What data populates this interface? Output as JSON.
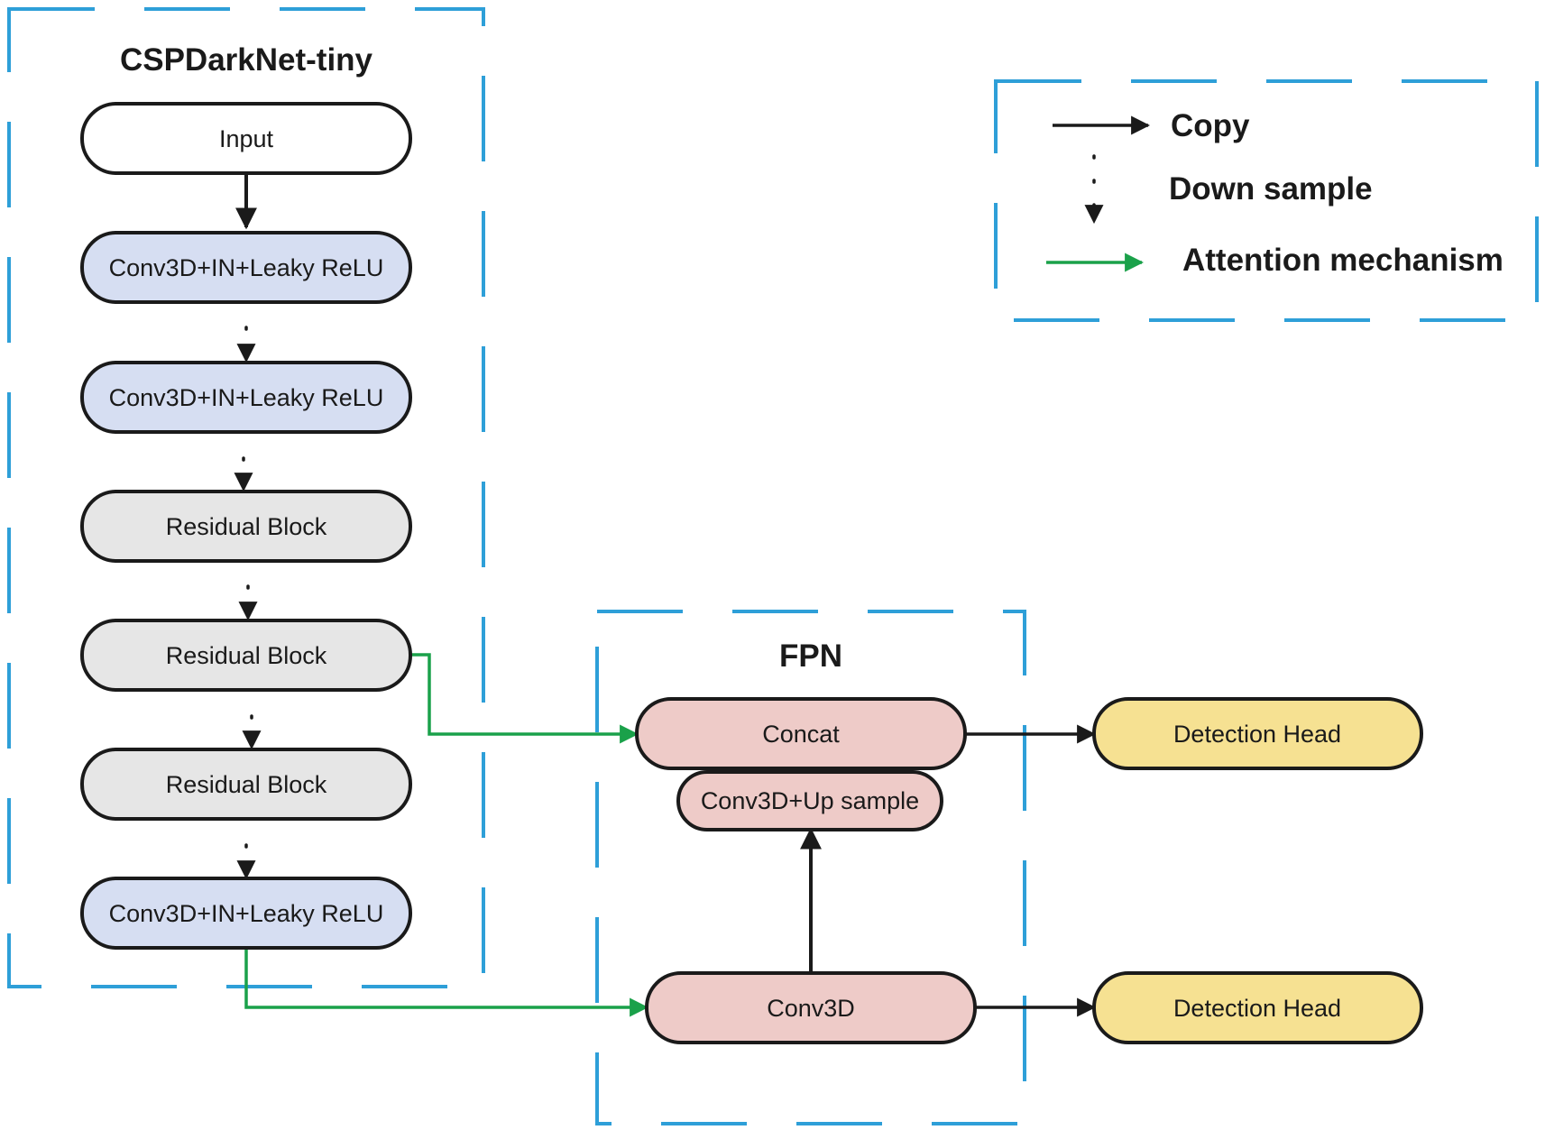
{
  "colors": {
    "dashed_border": "#2e9fd8",
    "node_stroke": "#1a1a1a",
    "input_fill": "#ffffff",
    "conv_fill": "#d6def2",
    "residual_fill": "#e6e6e6",
    "fpn_fill": "#eecbc8",
    "head_fill": "#f6e192",
    "copy_arrow": "#1a1a1a",
    "downsample_arrow": "#1a1a1a",
    "attention_arrow": "#1aa14a"
  },
  "backbone": {
    "title": "CSPDarkNet-tiny",
    "nodes": {
      "input": "Input",
      "conv1": "Conv3D+IN+Leaky ReLU",
      "conv2": "Conv3D+IN+Leaky ReLU",
      "res1": "Residual Block",
      "res2": "Residual Block",
      "res3": "Residual Block",
      "conv3": "Conv3D+IN+Leaky ReLU"
    }
  },
  "fpn": {
    "title": "FPN",
    "nodes": {
      "concat": "Concat",
      "upsample": "Conv3D+Up sample",
      "conv3d": "Conv3D"
    }
  },
  "heads": {
    "head1": "Detection Head",
    "head2": "Detection Head"
  },
  "legend": {
    "copy": "Copy",
    "down_sample": "Down sample",
    "attention": "Attention mechanism"
  }
}
